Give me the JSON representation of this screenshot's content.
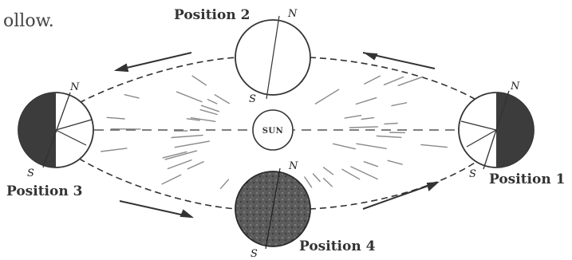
{
  "header": {
    "fragment_text": "ollow."
  },
  "sun": {
    "label": "SUN"
  },
  "positions": [
    {
      "id": "1",
      "label": "Position 1",
      "north": "N",
      "south": "S"
    },
    {
      "id": "2",
      "label": "Position 2",
      "north": "N",
      "south": "S"
    },
    {
      "id": "3",
      "label": "Position 3",
      "north": "N",
      "south": "S"
    },
    {
      "id": "4",
      "label": "Position 4",
      "north": "N",
      "south": "S"
    }
  ],
  "colors": {
    "line": "#333333",
    "dark_hemisphere": "#3c3c3c",
    "ray": "#888888",
    "background": "#ffffff"
  }
}
